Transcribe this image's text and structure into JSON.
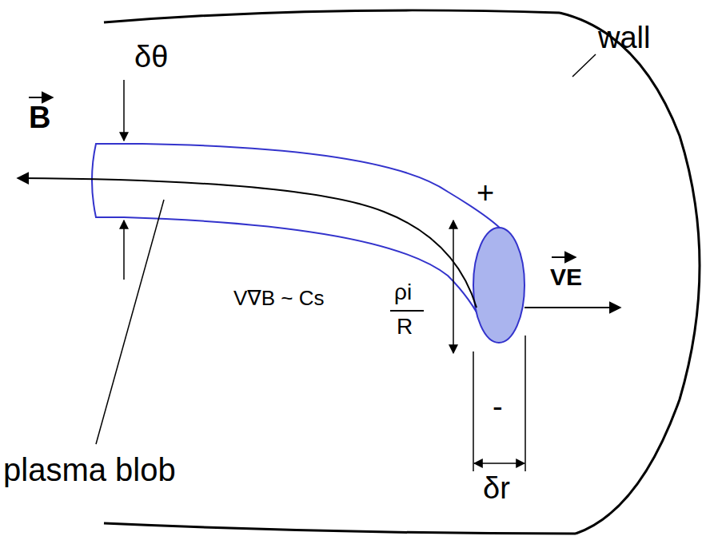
{
  "diagram": {
    "labels": [
      "wall",
      "B",
      "δθ",
      "+",
      "VE",
      "V∇B ~ Cs",
      "ρi",
      "R",
      "plasma blob",
      "-",
      "δr"
    ]
  }
}
